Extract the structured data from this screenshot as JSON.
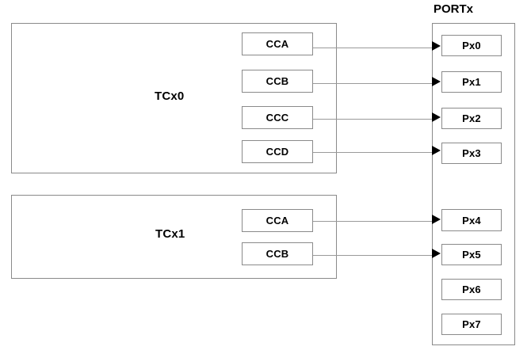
{
  "diagram": {
    "blocks": [
      {
        "id": "tcx0",
        "label": "TCx0"
      },
      {
        "id": "tcx1",
        "label": "TCx1"
      }
    ],
    "port_group": {
      "title": "PORTx",
      "pins": [
        {
          "label": "Px0",
          "connected": true
        },
        {
          "label": "Px1",
          "connected": true
        },
        {
          "label": "Px2",
          "connected": true
        },
        {
          "label": "Px3",
          "connected": true
        },
        {
          "label": "Px4",
          "connected": true
        },
        {
          "label": "Px5",
          "connected": true
        },
        {
          "label": "Px6",
          "connected": false
        },
        {
          "label": "Px7",
          "connected": false
        }
      ]
    },
    "tcx0_channels": [
      {
        "label": "CCA"
      },
      {
        "label": "CCB"
      },
      {
        "label": "CCC"
      },
      {
        "label": "CCD"
      }
    ],
    "tcx1_channels": [
      {
        "label": "CCA"
      },
      {
        "label": "CCB"
      }
    ],
    "connections": [
      {
        "from": "TCx0.CCA",
        "to": "Px0"
      },
      {
        "from": "TCx0.CCB",
        "to": "Px1"
      },
      {
        "from": "TCx0.CCC",
        "to": "Px2"
      },
      {
        "from": "TCx0.CCD",
        "to": "Px3"
      },
      {
        "from": "TCx1.CCA",
        "to": "Px4"
      },
      {
        "from": "TCx1.CCB",
        "to": "Px5"
      }
    ],
    "colors": {
      "background": "#ffffff",
      "box_border": "#8a8a8a",
      "wire": "#9a9a9a",
      "arrow": "#000000",
      "text": "#000000"
    }
  }
}
